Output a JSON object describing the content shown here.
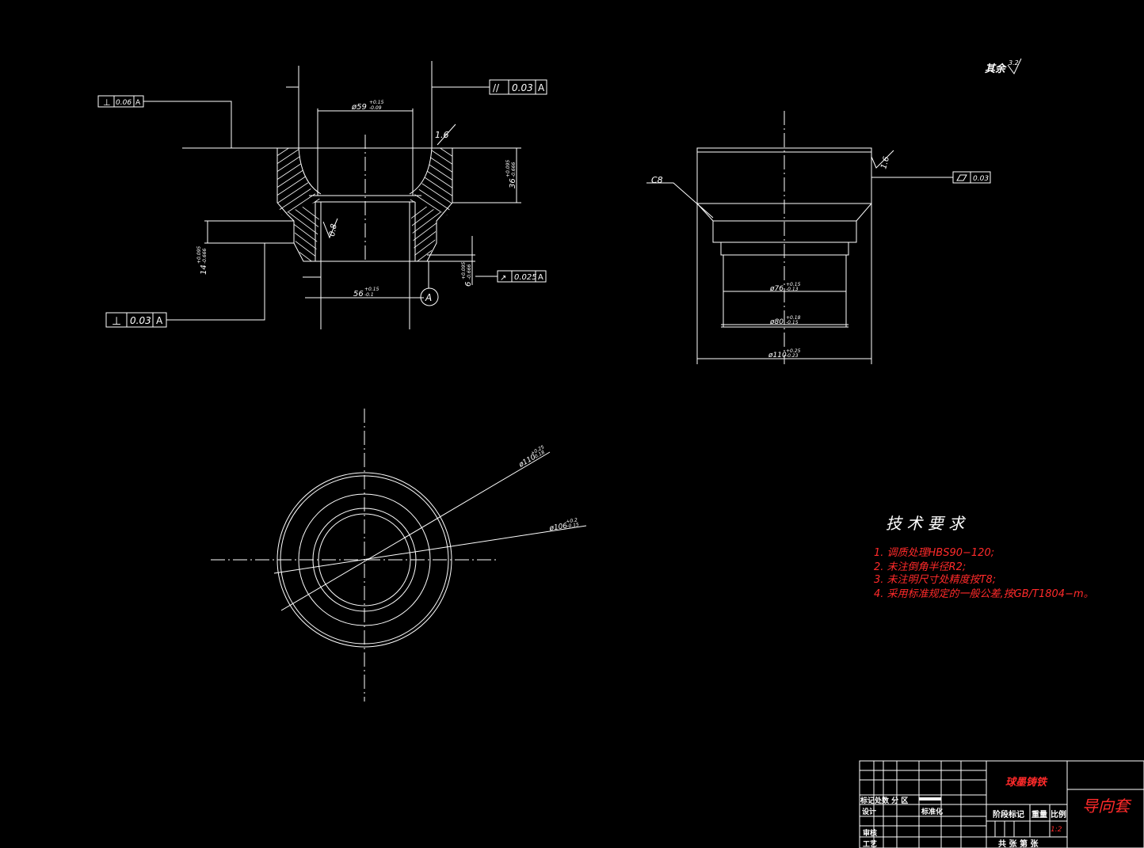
{
  "roughness_note": "其余",
  "roughness_value": "3.2",
  "front_view": {
    "perp_top": {
      "symbol": "⊥",
      "value": "0.06",
      "datum": "A"
    },
    "parallel": {
      "symbol": "//",
      "value": "0.03",
      "datum": "A"
    },
    "perp_bottom": {
      "symbol": "⊥",
      "value": "0.03",
      "datum": "A"
    },
    "runout": {
      "symbol": "↗",
      "value": "0.025",
      "datum": "A"
    },
    "dia_top": "ø59",
    "dia_top_tol_up": "+0.15",
    "dia_top_tol_dn": "-0.09",
    "dia_bot": "56",
    "dia_bot_tol_up": "+0.15",
    "dia_bot_tol_dn": "-0.1",
    "h36": "36",
    "h36_tol_up": "+0.095",
    "h36_tol_dn": "-0.666",
    "h14": "14",
    "h14_tol_up": "+0.095",
    "h14_tol_dn": "-0.666",
    "h6": "6",
    "h6_tol_up": "+0.095",
    "h6_tol_dn": "-0.666",
    "rough_16": "1.6",
    "rough_08": "0.8",
    "datum_label": "A"
  },
  "side_view": {
    "chamfer": "C8",
    "rough_16": "1.6",
    "flatness": {
      "value": "0.03"
    },
    "d76": "ø76",
    "d76_tol_up": "+0.15",
    "d76_tol_dn": "-0.13",
    "d80": "ø80",
    "d80_tol_up": "+0.18",
    "d80_tol_dn": "-0.15",
    "d110": "ø110",
    "d110_tol_up": "+0.25",
    "d110_tol_dn": "-0.23"
  },
  "top_view": {
    "d110": "ø110",
    "d110_tol_up": "+0.25",
    "d110_tol_dn": "-0.18",
    "d106": "ø106",
    "d106_tol_up": "+0.2",
    "d106_tol_dn": "-0.15"
  },
  "tech_req": {
    "title": "技 术 要 求",
    "items": [
      "1. 调质处理HBS90−120;",
      "2. 未注倒角半径R2;",
      "3. 未注明尺寸处精度按T8;",
      "4. 采用标准规定的一般公差,按GB/T1804−m。"
    ]
  },
  "title_block": {
    "material": "球墨铸铁",
    "part_name": "导向套",
    "marks_row": "标记处数 分   区",
    "design": "设计",
    "standardize": "标准化",
    "review": "审核",
    "process": "工艺",
    "stage_mark": "阶段标记",
    "weight": "重量",
    "scale": "比例",
    "scale_value": "1:2",
    "sheets": "共   张   第   张"
  }
}
